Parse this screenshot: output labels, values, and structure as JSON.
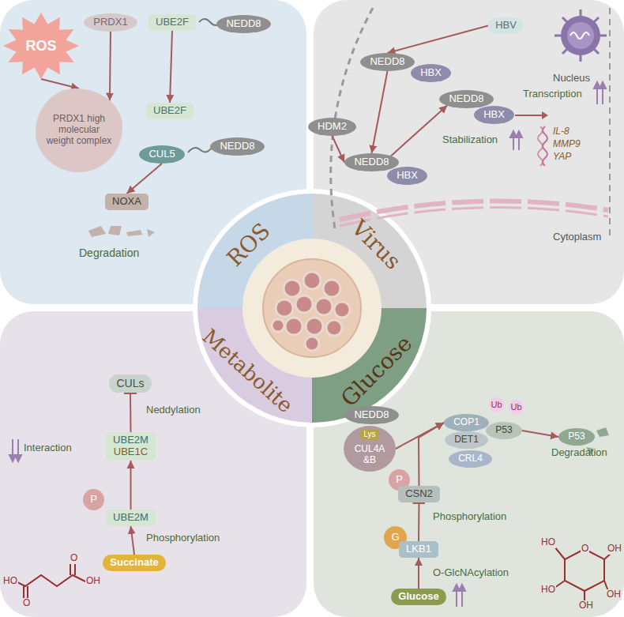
{
  "diagram": {
    "nodes": [
      {
        "text": [
          "ROS"
        ]
      },
      {
        "text": [
          "PRDX1"
        ]
      },
      {
        "text": [
          "UBE2F"
        ]
      },
      {
        "text": [
          "NEDD8"
        ]
      },
      {
        "text": [
          "PRDX1 high molecular weight complex"
        ]
      },
      {
        "text": [
          "UBE2F"
        ]
      },
      {
        "text": [
          "CUL5"
        ]
      },
      {
        "text": [
          "NEDD8"
        ]
      },
      {
        "text": [
          "NOXA"
        ]
      },
      {
        "text": [
          "HBV"
        ]
      },
      {
        "text": [
          "NEDD8"
        ]
      },
      {
        "text": [
          "HBX"
        ]
      },
      {
        "text": [
          "HDM2"
        ]
      },
      {
        "text": [
          "NEDD8"
        ]
      },
      {
        "text": [
          "HBX"
        ]
      },
      {
        "text": [
          "NEDD8"
        ]
      },
      {
        "text": [
          "HBX"
        ]
      },
      {
        "text": [
          "CULs"
        ]
      },
      {
        "text": [
          "UBE2M",
          "UBE1C"
        ]
      },
      {
        "text": [
          "P"
        ]
      },
      {
        "text": [
          "UBE2M"
        ]
      },
      {
        "text": [
          "Succinate"
        ]
      },
      {
        "text": [
          "NEDD8"
        ]
      },
      {
        "text": [
          "CUL4A &B"
        ]
      },
      {
        "text": [
          "Lys"
        ],
        "in": 23
      },
      {
        "text": [
          "COP1"
        ]
      },
      {
        "text": [
          "DET1"
        ]
      },
      {
        "text": [
          "P53"
        ]
      },
      {
        "text": [
          "CRL4"
        ]
      },
      {
        "text": [
          "Ub"
        ]
      },
      {
        "text": [
          "Ub"
        ]
      },
      {
        "text": [
          "P53"
        ]
      },
      {
        "text": [
          "P"
        ]
      },
      {
        "text": [
          "CSN2"
        ]
      },
      {
        "text": [
          "G"
        ]
      },
      {
        "text": [
          "LKB1"
        ]
      },
      {
        "text": [
          "Glucose"
        ]
      }
    ],
    "edges": [
      {
        "from": 0,
        "to": 4,
        "arrow": "to"
      },
      {
        "from": 1,
        "to": 4,
        "arrow": "to"
      },
      {
        "from": 2,
        "to": 5,
        "arrow": "to"
      },
      {
        "from": 6,
        "to": 8,
        "arrow": "to"
      },
      {
        "from": 9,
        "to": 10,
        "arrow": "to"
      },
      {
        "from": 10,
        "to": 13,
        "arrow": "to"
      },
      {
        "from": 12,
        "to": 13,
        "arrow": "to"
      },
      {
        "from": 13,
        "to": 15,
        "arrow": "to"
      },
      {
        "from": 18,
        "to": 17,
        "arrow": "to"
      },
      {
        "from": 20,
        "to": 18,
        "arrow": "to"
      },
      {
        "from": 21,
        "to": 20,
        "arrow": "to"
      },
      {
        "from": 23,
        "to": 25,
        "arrow": "to"
      },
      {
        "from": 33,
        "to": 25,
        "arrow": "to"
      },
      {
        "from": 35,
        "to": 33,
        "arrow": "to"
      },
      {
        "from": 36,
        "to": 35,
        "arrow": "to"
      },
      {
        "from": 27,
        "to": 31,
        "arrow": "to"
      }
    ],
    "labels": [
      "Degradation",
      "Nucleus",
      "Cytoplasm",
      "Transcription",
      "IL-8",
      "MMP9",
      "YAP",
      "Stabilization",
      "Neddylation",
      "Interaction",
      "Phosphorylation",
      "HO",
      "O",
      "O",
      "OH",
      "Degradation",
      "Phosphorylation",
      "O-GlcNAcylation",
      "HO",
      "O",
      "OH",
      "OH",
      "OH",
      "HO",
      "ROS",
      "Virus",
      "Metabolite",
      "Glucose"
    ]
  }
}
